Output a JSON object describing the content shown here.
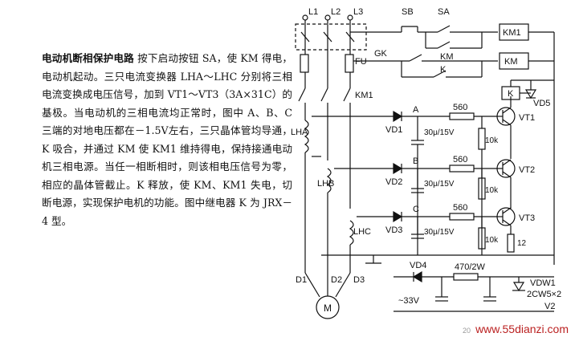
{
  "description": {
    "title": "电动机断相保护电路",
    "body": "按下启动按钮 SA，使 KM 得电，电动机起动。三只电流变换器 LHA～LHC 分别将三相电流变换成电压信号，加到 VT1～VT3（3A×31C）的基极。当电动机的三相电流均正常时，图中 A、B、C 三端的对地电压都在－1.5V左右，三只晶体管均导通，K 吸合，并通过 KM 使 KM1 维持得电，保持接通电动机三相电源。当任一相断相时，则该相电压信号为零，相应的晶体管截止。K 释放，使 KM、KM1 失电，切断电源，实现保护电机的功能。图中继电器 K 为 JRX－4 型。"
  },
  "labels": {
    "L1": "L1",
    "L2": "L2",
    "L3": "L3",
    "SB": "SB",
    "SA": "SA",
    "KM1_coil": "KM1",
    "KM_contact": "KM",
    "FU": "FU",
    "GK": "GK",
    "K_contact": "K",
    "KM_coil": "KM",
    "KM1_contact": "KM1",
    "K_relay": "K",
    "VD5": "VD5",
    "LHA": "LHA",
    "LHB": "LHB",
    "LHC": "LHC",
    "VD1": "VD1",
    "VD2": "VD2",
    "VD3": "VD3",
    "A": "A",
    "B": "B",
    "C": "C",
    "R1": "560",
    "R2": "560",
    "R3": "560",
    "C1": "30μ/15V",
    "C2": "30μ/15V",
    "C3": "30μ/15V",
    "R4": "10k",
    "R5": "10k",
    "R6": "10k",
    "R7": "12",
    "VT1": "VT1",
    "VT2": "VT2",
    "VT3": "VT3",
    "VD4": "VD4",
    "R8": "470/2W",
    "V33": "~33V",
    "VDW1": "VDW1",
    "VDW_spec": "2CW5×2",
    "V2": "V2",
    "D1": "D1",
    "D2": "D2",
    "D3": "D3",
    "M": "M"
  },
  "watermark": {
    "site": "www.55dianzi.com",
    "src": "20"
  }
}
